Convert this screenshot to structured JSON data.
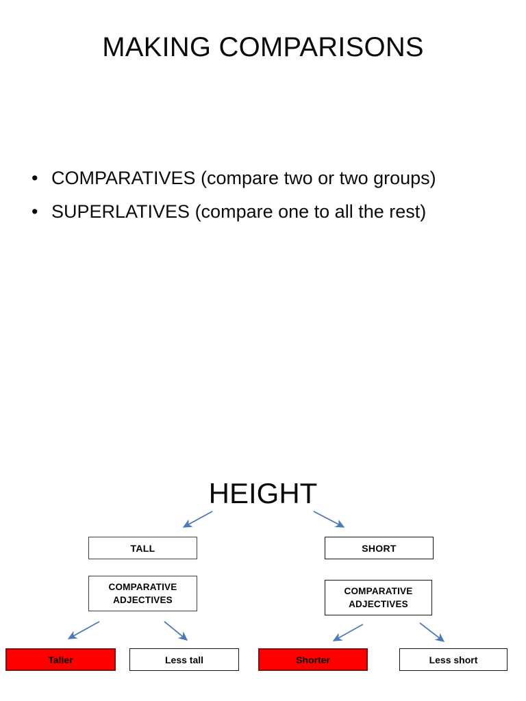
{
  "slide": {
    "title": "MAKING COMPARISONS",
    "background_color": "#FFFFFF",
    "text_color": "#0A0A0A"
  },
  "bullets": [
    {
      "marker": "•",
      "text": "COMPARATIVES (compare two or two groups)"
    },
    {
      "marker": "•",
      "text": "SUPERLATIVES (compare one to all the rest)"
    }
  ],
  "diagram": {
    "root_label": "HEIGHT",
    "arrow_color": "#4E79B8",
    "highlight_color": "#FF0000",
    "branches": [
      {
        "category": "TALL",
        "adjective_type": "COMPARATIVE\nADJECTIVES",
        "results": [
          {
            "label": "Taller",
            "highlighted": true
          },
          {
            "label": "Less tall",
            "highlighted": false
          }
        ]
      },
      {
        "category": "SHORT",
        "adjective_type": "COMPARATIVE\nADJECTIVES",
        "results": [
          {
            "label": "Shorter",
            "highlighted": true
          },
          {
            "label": "Less short",
            "highlighted": false
          }
        ]
      }
    ]
  }
}
